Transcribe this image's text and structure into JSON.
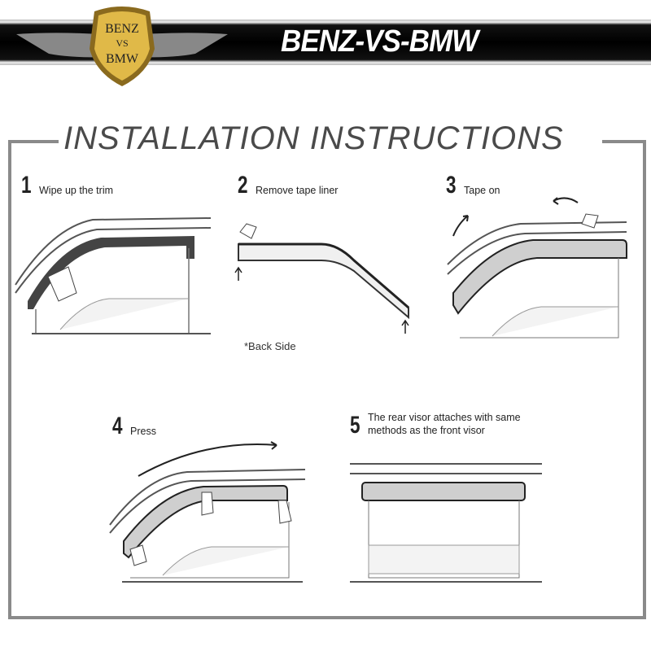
{
  "header": {
    "brand": "BENZ-VS-BMW",
    "logo_text": [
      "BENZ",
      "VS",
      "BMW"
    ]
  },
  "title": "INSTALLATION INSTRUCTIONS",
  "steps": [
    {
      "number": "1",
      "label": "Wipe up the trim"
    },
    {
      "number": "2",
      "label": "Remove tape liner",
      "note": "*Back Side"
    },
    {
      "number": "3",
      "label": "Tape on"
    },
    {
      "number": "4",
      "label": "Press"
    },
    {
      "number": "5",
      "label": "The rear visor attaches with same methods as the front visor"
    }
  ],
  "colors": {
    "frame": "#8a8a8a",
    "title": "#4a4a4a",
    "gold": "#c99a2e"
  }
}
